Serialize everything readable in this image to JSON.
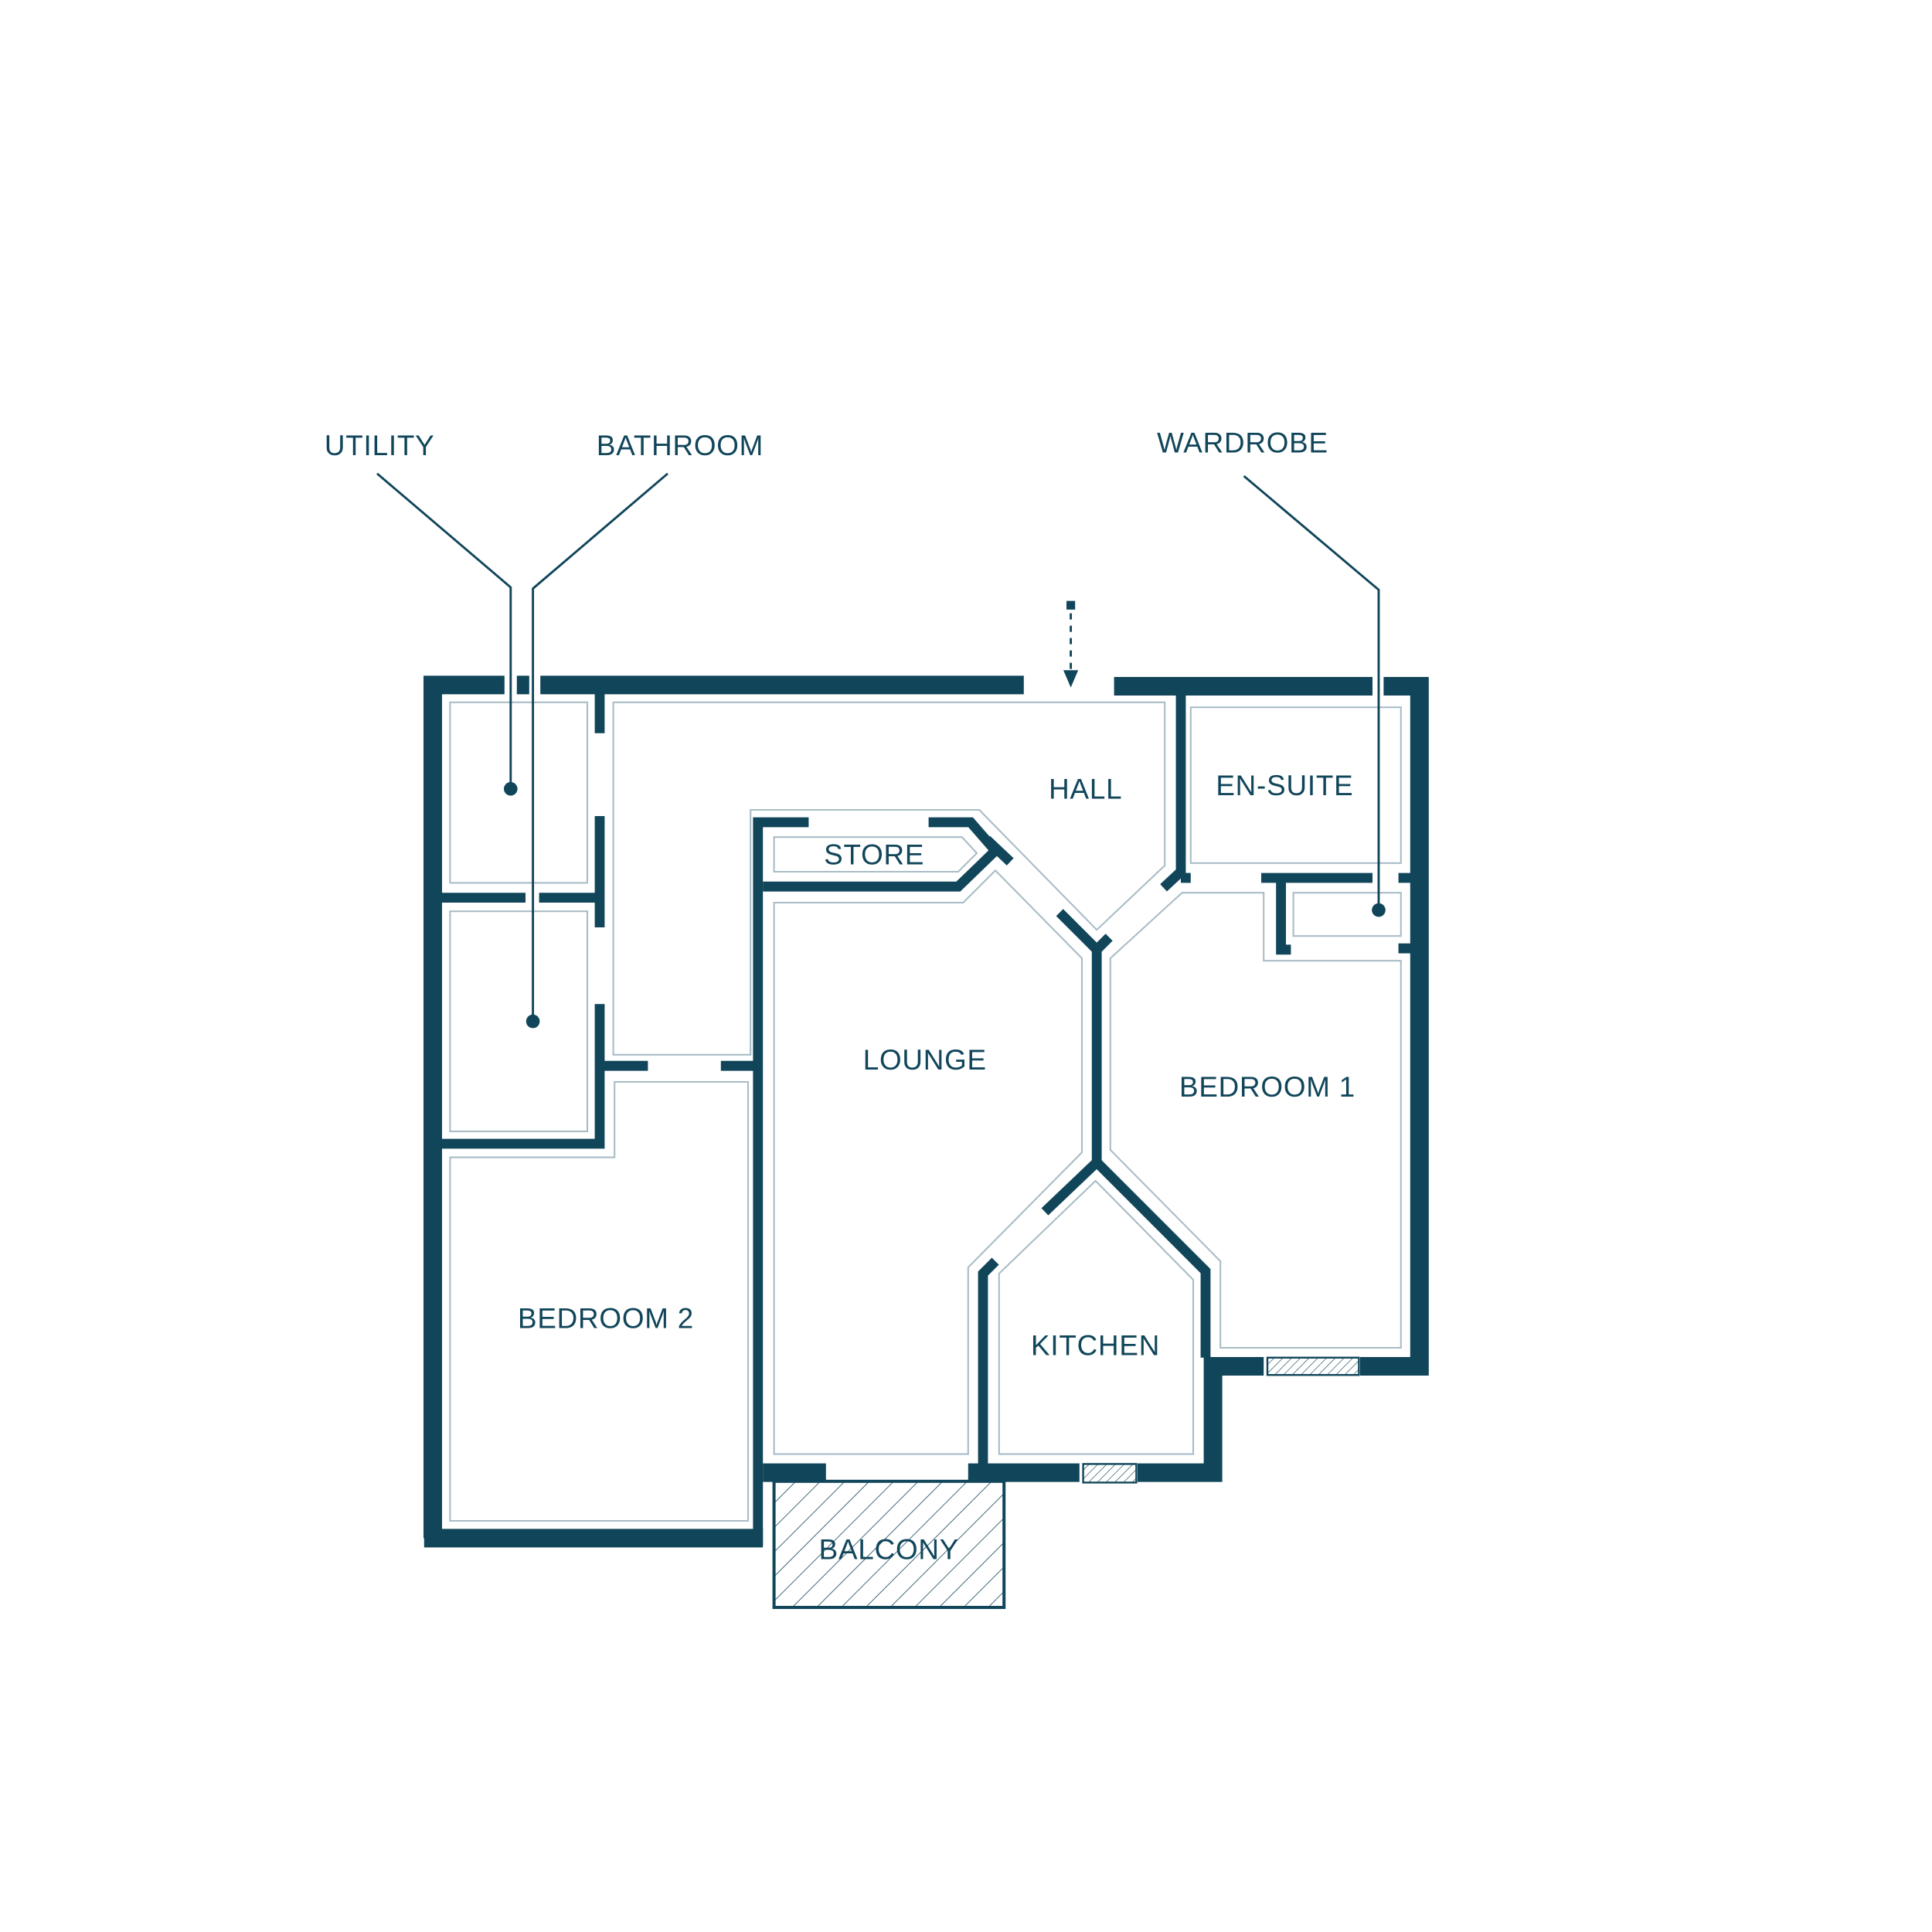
{
  "plan": {
    "colors": {
      "wall": "#10455a",
      "room_outline": "#a9bcc6",
      "text": "#10455a"
    },
    "rooms": {
      "hall": "HALL",
      "store": "STORE",
      "lounge": "LOUNGE",
      "en_suite": "EN-SUITE",
      "bedroom1": "BEDROOM 1",
      "bedroom2": "BEDROOM 2",
      "kitchen": "KITCHEN",
      "balcony": "BALCONY"
    },
    "callouts": {
      "utility": "UTILITY",
      "bathroom": "BATHROOM",
      "wardrobe": "WARDROBE"
    },
    "entrance_icon": "entrance-arrow-icon"
  }
}
